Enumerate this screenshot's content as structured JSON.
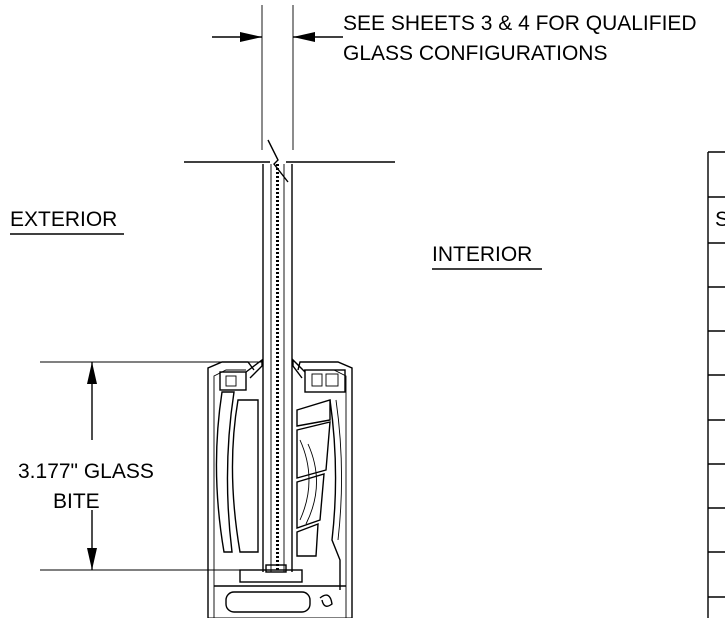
{
  "title": "",
  "notes": {
    "glass_note_line1": "SEE SHEETS 3 & 4 FOR QUALIFIED",
    "glass_note_line2": "GLASS CONFIGURATIONS"
  },
  "labels": {
    "exterior": "EXTERIOR",
    "interior": "INTERIOR",
    "bite_line1": "3.177\" GLASS",
    "bite_line2": "BITE"
  },
  "table": {
    "partial_header": "S",
    "row_count": 11
  }
}
